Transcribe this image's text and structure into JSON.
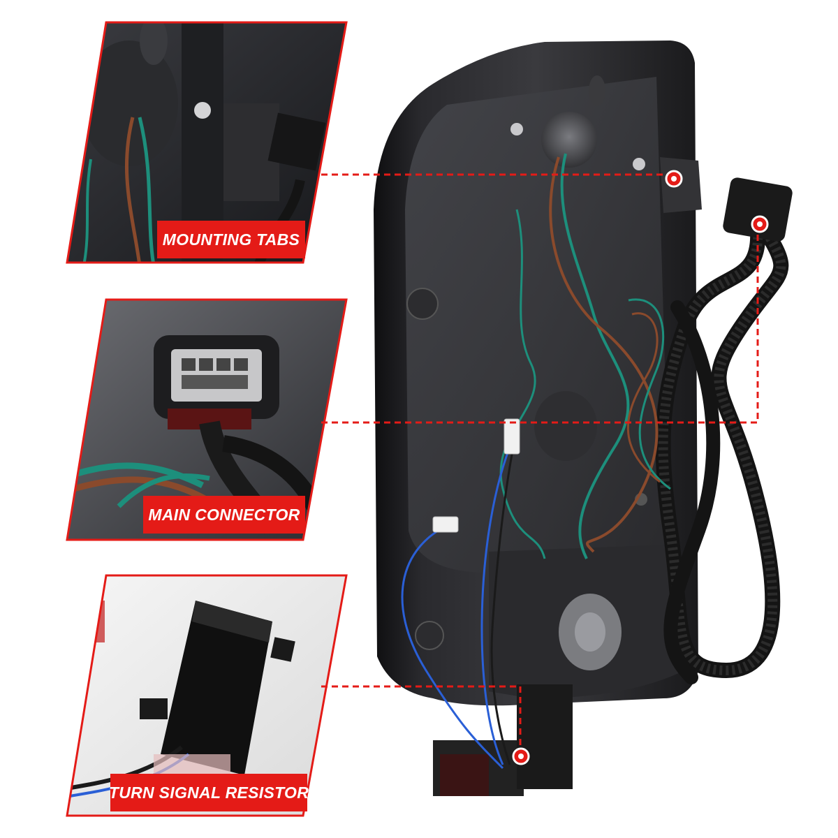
{
  "callouts": [
    {
      "id": "mounting-tabs",
      "label": "MOUNTING TABS"
    },
    {
      "id": "main-connector",
      "label": "MAIN CONNECTOR"
    },
    {
      "id": "turn-signal-resistor",
      "label": "TURN SIGNAL RESISTOR"
    }
  ],
  "colors": {
    "accent_red": "#e41b17",
    "housing_dark": "#1c1c1e",
    "wire_teal": "#1d8f7c",
    "wire_brown": "#8a4a2c",
    "wire_blue": "#2a5fd6",
    "harness_black": "#141414"
  },
  "icons": [
    "marker-dot-icon"
  ]
}
